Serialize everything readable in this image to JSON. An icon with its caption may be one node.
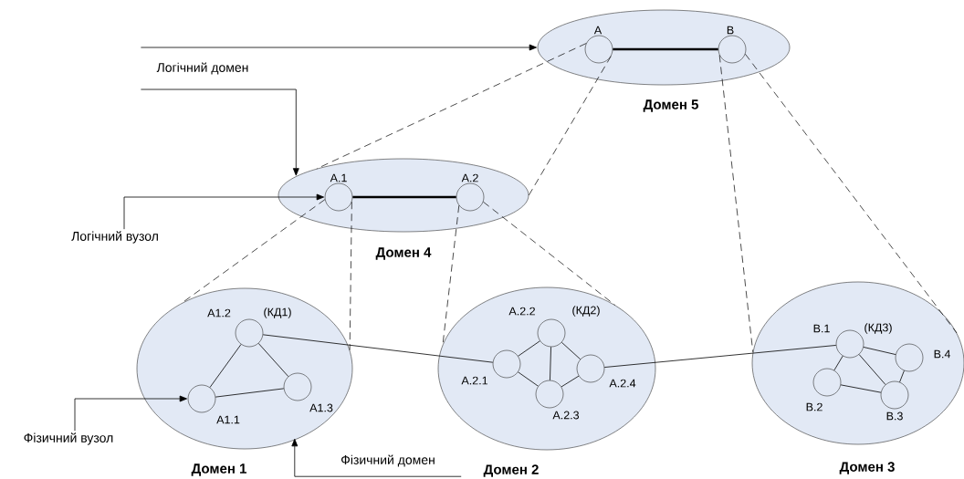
{
  "diagram": {
    "nodes": [
      {
        "text": [
          "Логічний домен"
        ]
      },
      {
        "text": [
          "Домен 5"
        ]
      },
      {
        "text": [
          "A"
        ],
        "in": 1
      },
      {
        "text": [
          "B"
        ],
        "in": 1
      },
      {
        "text": [
          "Домен 4"
        ]
      },
      {
        "text": [
          "A.1"
        ],
        "in": 4
      },
      {
        "text": [
          "A.2"
        ],
        "in": 4
      },
      {
        "text": [
          "Логічний вузол"
        ]
      },
      {
        "text": [
          "Домен 1"
        ]
      },
      {
        "text": [
          "A1.2",
          "(КД1)"
        ],
        "in": 8
      },
      {
        "text": [
          "A1.1"
        ],
        "in": 8
      },
      {
        "text": [
          "A1.3"
        ],
        "in": 8
      },
      {
        "text": [
          "Домен 2"
        ]
      },
      {
        "text": [
          "A.2.2",
          "(КД2)"
        ],
        "in": 12
      },
      {
        "text": [
          "A.2.1"
        ],
        "in": 12
      },
      {
        "text": [
          "A.2.4"
        ],
        "in": 12
      },
      {
        "text": [
          "A.2.3"
        ],
        "in": 12
      },
      {
        "text": [
          "Домен 3"
        ]
      },
      {
        "text": [
          "B.1",
          "(КД3)"
        ],
        "in": 17
      },
      {
        "text": [
          "B.4"
        ],
        "in": 17
      },
      {
        "text": [
          "B.2"
        ],
        "in": 17
      },
      {
        "text": [
          "B.3"
        ],
        "in": 17
      },
      {
        "text": [
          "Фізичний вузол"
        ]
      },
      {
        "text": [
          "Фізичний домен"
        ]
      }
    ],
    "edges": [
      {
        "from": 0,
        "to": 1,
        "arrow": "to"
      },
      {
        "from": 0,
        "to": 4,
        "arrow": "to"
      },
      {
        "from": 2,
        "to": 3,
        "arrow": "none",
        "style": "thick"
      },
      {
        "from": 2,
        "to": 4,
        "arrow": "none",
        "style": "dashed"
      },
      {
        "from": 2,
        "to": 4,
        "arrow": "none",
        "style": "dashed"
      },
      {
        "from": 3,
        "to": 17,
        "arrow": "none",
        "style": "dashed"
      },
      {
        "from": 3,
        "to": 17,
        "arrow": "none",
        "style": "dashed"
      },
      {
        "from": 5,
        "to": 6,
        "arrow": "none",
        "style": "thick"
      },
      {
        "from": 5,
        "to": 8,
        "arrow": "none",
        "style": "dashed"
      },
      {
        "from": 5,
        "to": 8,
        "arrow": "none",
        "style": "dashed"
      },
      {
        "from": 6,
        "to": 12,
        "arrow": "none",
        "style": "dashed"
      },
      {
        "from": 6,
        "to": 12,
        "arrow": "none",
        "style": "dashed"
      },
      {
        "from": 7,
        "to": 5,
        "arrow": "to"
      },
      {
        "from": 9,
        "to": 10,
        "arrow": "none"
      },
      {
        "from": 9,
        "to": 11,
        "arrow": "none"
      },
      {
        "from": 10,
        "to": 11,
        "arrow": "none"
      },
      {
        "from": 9,
        "to": 14,
        "arrow": "none"
      },
      {
        "from": 14,
        "to": 13,
        "arrow": "none"
      },
      {
        "from": 13,
        "to": 15,
        "arrow": "none"
      },
      {
        "from": 13,
        "to": 16,
        "arrow": "none"
      },
      {
        "from": 14,
        "to": 16,
        "arrow": "none"
      },
      {
        "from": 16,
        "to": 15,
        "arrow": "none"
      },
      {
        "from": 15,
        "to": 18,
        "arrow": "none"
      },
      {
        "from": 18,
        "to": 20,
        "arrow": "none"
      },
      {
        "from": 18,
        "to": 21,
        "arrow": "none"
      },
      {
        "from": 18,
        "to": 19,
        "arrow": "none"
      },
      {
        "from": 19,
        "to": 21,
        "arrow": "none"
      },
      {
        "from": 20,
        "to": 21,
        "arrow": "none"
      },
      {
        "from": 22,
        "to": 10,
        "arrow": "to"
      },
      {
        "from": 23,
        "to": 8,
        "arrow": "to"
      }
    ]
  }
}
